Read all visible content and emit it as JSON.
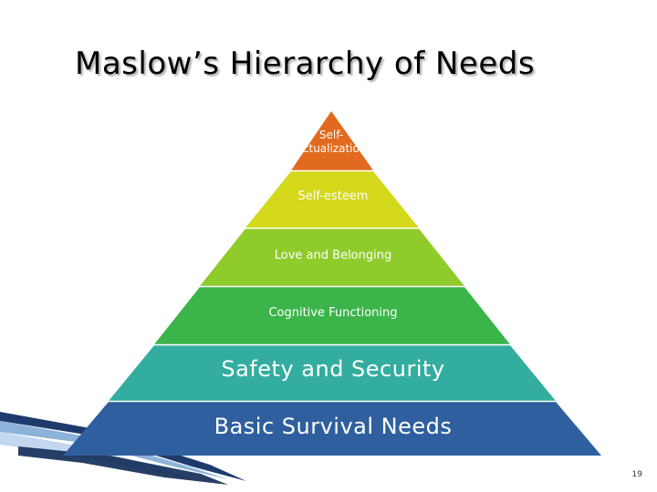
{
  "slide": {
    "title": "Maslow’s Hierarchy of Needs",
    "page_number": "19"
  },
  "pyramid": {
    "tiers": [
      {
        "label_line1": "Self-",
        "label_line2": "actualization",
        "color": "#E26A1E"
      },
      {
        "label": "Self-esteem",
        "color": "#D4D81A"
      },
      {
        "label": "Love and Belonging",
        "color": "#8FCB2A"
      },
      {
        "label": "Cognitive Functioning",
        "color": "#3BB54A"
      },
      {
        "label": "Safety and Security",
        "color": "#33ADA0"
      },
      {
        "label": "Basic Survival Needs",
        "color": "#2F5F9E"
      }
    ]
  }
}
